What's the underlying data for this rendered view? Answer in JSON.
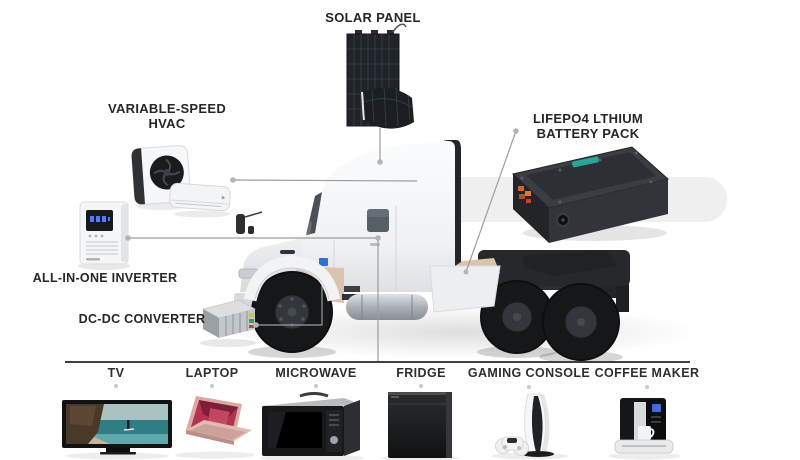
{
  "callouts": {
    "solar_panel": "SOLAR PANEL",
    "hvac_line1": "VARIABLE-SPEED",
    "hvac_line2": "HVAC",
    "battery_line1": "LIFEPO4 LTHIUM",
    "battery_line2": "BATTERY PACK",
    "inverter": "ALL-IN-ONE INVERTER",
    "dc_dc_converter": "DC-DC CONVERTER"
  },
  "appliances": [
    {
      "label": "TV"
    },
    {
      "label": "LAPTOP"
    },
    {
      "label": "MICROWAVE"
    },
    {
      "label": "FRIDGE"
    },
    {
      "label": "GAMING CONSOLE"
    },
    {
      "label": "COFFEE MAKER"
    }
  ],
  "colors": {
    "highlight_tan": "#dcc3ae",
    "callout_line": "#9d9d9d",
    "callout_dot": "#b4b4b4",
    "band_gray": "#efefef",
    "label_text": "#262626",
    "bar_dark": "#3f3f3f",
    "battery_logo_teal": "#27b3a4",
    "inverter_screen_blue": "#4f7cff",
    "laptop_rose": "#dba9a1",
    "laptop_screen_magenta": "#b23250"
  }
}
